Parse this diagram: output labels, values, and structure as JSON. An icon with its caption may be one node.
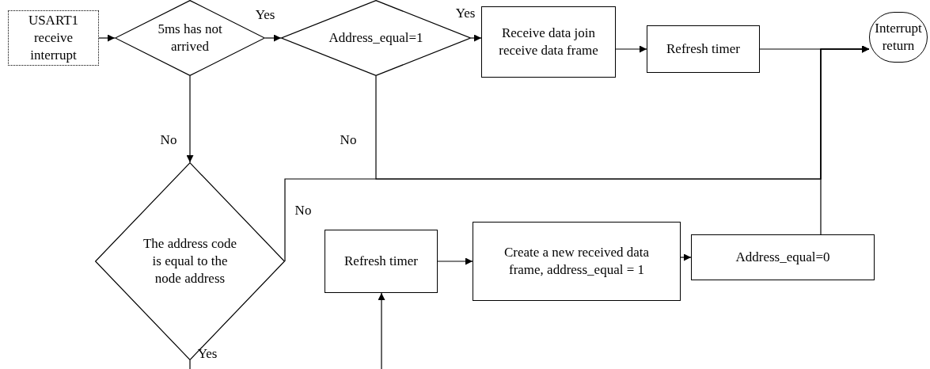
{
  "diagram": {
    "nodes": [
      {
        "text": [
          "USART1 receive interrupt"
        ]
      },
      {
        "text": [
          "5ms has not arrived"
        ]
      },
      {
        "text": [
          "Address_equal=1"
        ]
      },
      {
        "text": [
          "Receive data join receive data frame"
        ]
      },
      {
        "text": [
          "Refresh timer"
        ]
      },
      {
        "text": [
          "Interrupt return"
        ]
      },
      {
        "text": [
          "The address code is equal to the node address"
        ]
      },
      {
        "text": [
          "Refresh timer"
        ]
      },
      {
        "text": [
          "Create a new received data frame, address_equal = 1"
        ]
      },
      {
        "text": [
          "Address_equal=0"
        ]
      }
    ],
    "edges": [
      {
        "from": 0,
        "to": 1,
        "arrow": "to"
      },
      {
        "from": 1,
        "to": 2,
        "arrow": "to",
        "label": "Yes"
      },
      {
        "from": 2,
        "to": 3,
        "arrow": "to",
        "label": "Yes"
      },
      {
        "from": 3,
        "to": 4,
        "arrow": "to"
      },
      {
        "from": 4,
        "to": 5,
        "arrow": "to"
      },
      {
        "from": 1,
        "to": 6,
        "arrow": "to",
        "label": "No"
      },
      {
        "from": 2,
        "to": 5,
        "arrow": "to",
        "label": "No"
      },
      {
        "from": 6,
        "to": 5,
        "arrow": "to",
        "label": "No"
      },
      {
        "from": 9,
        "to": 5,
        "arrow": "to"
      },
      {
        "from": 7,
        "to": 8,
        "arrow": "to"
      },
      {
        "from": 8,
        "to": 9,
        "arrow": "to"
      },
      {
        "from": 6,
        "to": null,
        "arrow": "none",
        "label": "Yes"
      },
      {
        "from": null,
        "to": 7,
        "arrow": "to"
      }
    ]
  }
}
